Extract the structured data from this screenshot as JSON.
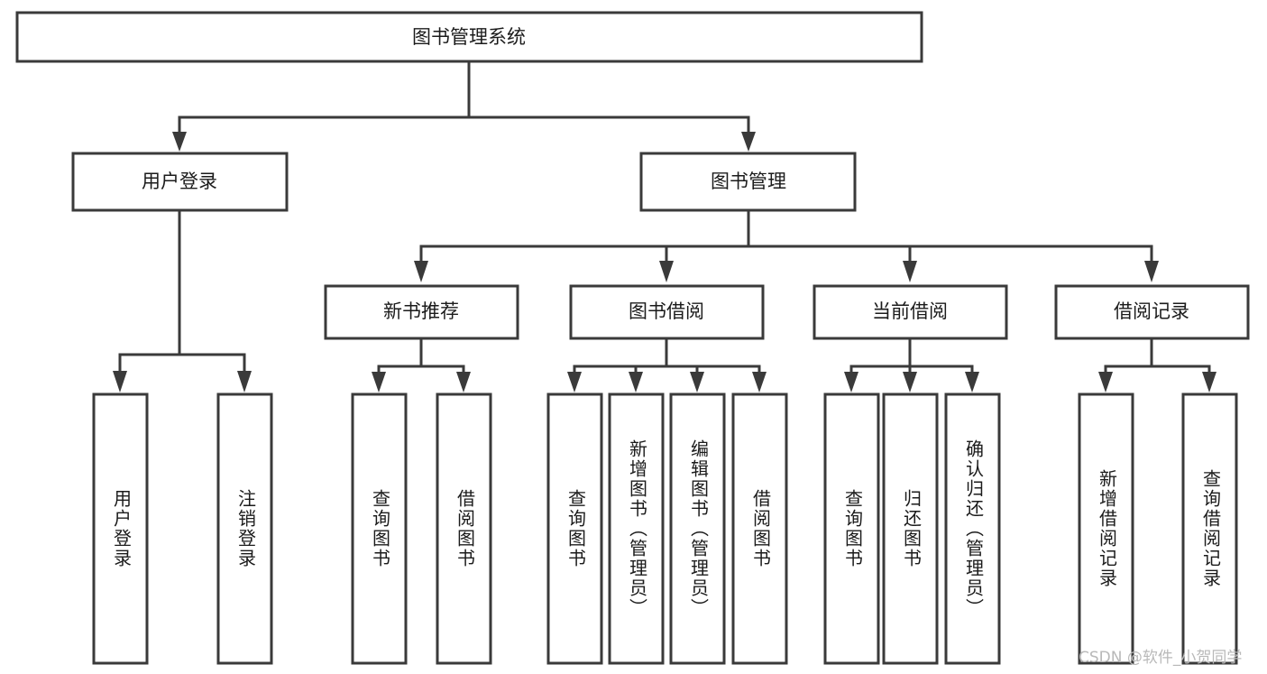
{
  "diagram": {
    "title": "图书管理系统",
    "type": "tree-hierarchy",
    "orientation": "top-down",
    "background_color": "#ffffff",
    "box_stroke_color": "#3a3a3a",
    "text_color": "#1b1b1b",
    "levels": [
      {
        "level": 1,
        "nodes": [
          {
            "id": "root",
            "label": "图书管理系统",
            "text_orientation": "horizontal"
          }
        ]
      },
      {
        "level": 2,
        "nodes": [
          {
            "id": "login",
            "label": "用户登录",
            "text_orientation": "horizontal",
            "parent": "root"
          },
          {
            "id": "bookmgmt",
            "label": "图书管理",
            "text_orientation": "horizontal",
            "parent": "root"
          }
        ]
      },
      {
        "level": 3,
        "nodes": [
          {
            "id": "newbook",
            "label": "新书推荐",
            "text_orientation": "horizontal",
            "parent": "bookmgmt"
          },
          {
            "id": "borrow",
            "label": "图书借阅",
            "text_orientation": "horizontal",
            "parent": "bookmgmt"
          },
          {
            "id": "current",
            "label": "当前借阅",
            "text_orientation": "horizontal",
            "parent": "bookmgmt"
          },
          {
            "id": "records",
            "label": "借阅记录",
            "text_orientation": "horizontal",
            "parent": "bookmgmt"
          }
        ]
      },
      {
        "level": 4,
        "nodes": [
          {
            "id": "leaf-1",
            "label": "用户登录",
            "text_orientation": "vertical",
            "parent": "login"
          },
          {
            "id": "leaf-2",
            "label": "注销登录",
            "text_orientation": "vertical",
            "parent": "login"
          },
          {
            "id": "leaf-3",
            "label": "查询图书",
            "text_orientation": "vertical",
            "parent": "newbook"
          },
          {
            "id": "leaf-4",
            "label": "借阅图书",
            "text_orientation": "vertical",
            "parent": "newbook"
          },
          {
            "id": "leaf-5",
            "label": "查询图书",
            "text_orientation": "vertical",
            "parent": "borrow"
          },
          {
            "id": "leaf-6",
            "label": "新增图书（管理员）",
            "text_orientation": "vertical",
            "parent": "borrow"
          },
          {
            "id": "leaf-7",
            "label": "编辑图书（管理员）",
            "text_orientation": "vertical",
            "parent": "borrow"
          },
          {
            "id": "leaf-8",
            "label": "借阅图书",
            "text_orientation": "vertical",
            "parent": "borrow"
          },
          {
            "id": "leaf-9",
            "label": "查询图书",
            "text_orientation": "vertical",
            "parent": "current"
          },
          {
            "id": "leaf-10",
            "label": "归还图书",
            "text_orientation": "vertical",
            "parent": "current"
          },
          {
            "id": "leaf-11",
            "label": "确认归还（管理员）",
            "text_orientation": "vertical",
            "parent": "current"
          },
          {
            "id": "leaf-12",
            "label": "新增借阅记录",
            "text_orientation": "vertical",
            "parent": "records"
          },
          {
            "id": "leaf-13",
            "label": "查询借阅记录",
            "text_orientation": "vertical",
            "parent": "records"
          }
        ]
      }
    ]
  },
  "watermark": {
    "text": "CSDN @软件_小贺同学",
    "color": "#b9b9b9"
  }
}
